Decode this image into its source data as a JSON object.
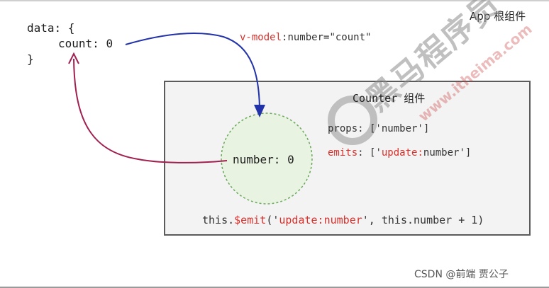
{
  "app": {
    "label": "App 根组件",
    "data_line": "data: {",
    "count_key": "count: ",
    "count_value": "0",
    "closing_brace": "}"
  },
  "binding": {
    "directive": "v-model",
    "rest": ":number=\"count\""
  },
  "counter": {
    "title": "Counter 组件",
    "props_line": "props: ['number']",
    "emits_key": "emits",
    "emits_open": ": ['",
    "emits_event": "update:",
    "emits_rest": "number']",
    "number_key": "number: ",
    "number_value": "0",
    "emit_prefix": "this.",
    "emit_method": "$emit",
    "emit_open": "('",
    "emit_event": "update:number",
    "emit_rest": "', this.number + 1)"
  },
  "watermark": {
    "brand": "黑马程序员",
    "site": "www.itheima.com"
  },
  "footer": "CSDN @前端 贾公子",
  "colors": {
    "vmodel_arrow": "#2233aa",
    "emit_arrow": "#a02050",
    "circle_stroke": "#6aa85a",
    "circle_fill": "#e9f3e2",
    "highlight": "#d9302b"
  }
}
